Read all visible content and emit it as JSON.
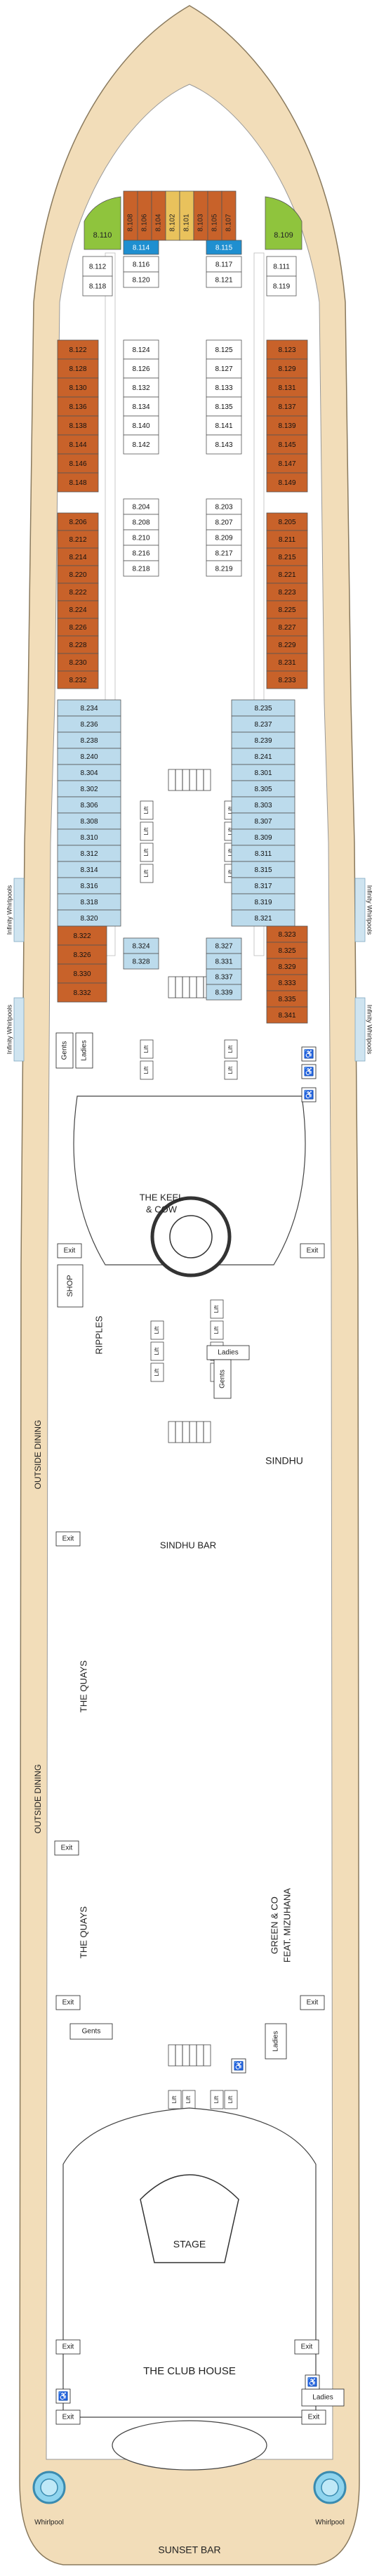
{
  "colors": {
    "hull": "#f2ddb9",
    "hullEdge": "#8a7a5e",
    "interior": "#ffffff",
    "balcony": "#c8622a",
    "oceanview": "#bcdbec",
    "inside": "#ffffff",
    "suite": "#e9c25c",
    "mini": "#8fc43d",
    "deluxe": "#1f8fd0",
    "cabinEdge": "#555555"
  },
  "bow_cabins": {
    "top": [
      "8.108",
      "8.106",
      "8.104",
      "8.102",
      "8.101",
      "8.103",
      "8.105",
      "8.107"
    ],
    "port_mini": "8.110",
    "stbd_mini": "8.109",
    "center_left": "8.114",
    "center_right": "8.115"
  },
  "cabin_rows": {
    "port_outer_a": [
      "8.122",
      "8.128",
      "8.130",
      "8.136",
      "8.138",
      "8.144",
      "8.146",
      "8.148"
    ],
    "port_inner_a": [
      "8.124",
      "8.126",
      "8.132",
      "8.134",
      "8.140",
      "8.142"
    ],
    "stbd_inner_a": [
      "8.125",
      "8.127",
      "8.133",
      "8.135",
      "8.141",
      "8.143"
    ],
    "stbd_outer_a": [
      "8.123",
      "8.129",
      "8.131",
      "8.137",
      "8.139",
      "8.145",
      "8.147",
      "8.149"
    ],
    "port_small_a": [
      "8.112",
      "8.118",
      "8.116",
      "8.120"
    ],
    "stbd_small_a": [
      "8.117",
      "8.121",
      "8.111",
      "8.119"
    ],
    "port_inner_b": [
      "8.204",
      "8.208",
      "8.210",
      "8.216",
      "8.218"
    ],
    "stbd_inner_b": [
      "8.203",
      "8.207",
      "8.209",
      "8.217",
      "8.219"
    ],
    "port_outer_b": [
      "8.206",
      "8.212",
      "8.214",
      "8.220",
      "8.222",
      "8.224",
      "8.226",
      "8.228",
      "8.230",
      "8.232"
    ],
    "stbd_outer_b": [
      "8.205",
      "8.211",
      "8.215",
      "8.221",
      "8.223",
      "8.225",
      "8.227",
      "8.229",
      "8.231",
      "8.233"
    ],
    "port_mid": [
      "8.234",
      "8.236",
      "8.238",
      "8.240",
      "8.304",
      "8.302",
      "8.306",
      "8.308",
      "8.310",
      "8.312",
      "8.314",
      "8.316",
      "8.318",
      "8.320"
    ],
    "stbd_mid": [
      "8.235",
      "8.237",
      "8.239",
      "8.241",
      "8.301",
      "8.305",
      "8.303",
      "8.307",
      "8.309",
      "8.311",
      "8.315",
      "8.317",
      "8.319",
      "8.321"
    ],
    "port_aft": [
      "8.322",
      "8.326",
      "8.330",
      "8.332"
    ],
    "stbd_aft": [
      "8.323",
      "8.325",
      "8.329",
      "8.333",
      "8.335",
      "8.341"
    ],
    "center_aft_left": [
      "8.324",
      "8.328"
    ],
    "center_aft_right": [
      "8.327",
      "8.331",
      "8.337",
      "8.339"
    ]
  },
  "venues": {
    "keel_cow": "THE KEEL\n& COW",
    "keel": "THE KEEL",
    "cow": "& COW",
    "shop": "SHOP",
    "ripples": "RIPPLES",
    "sindhu": "SINDHU",
    "sindhu_bar": "SINDHU BAR",
    "quays_1": "THE QUAYS",
    "quays_2": "THE QUAYS",
    "green_co": "GREEN & CO",
    "mizuhana": "FEAT. MIZUHANA",
    "stage": "STAGE",
    "club_house": "THE CLUB HOUSE",
    "sunset_bar": "SUNSET BAR"
  },
  "labels": {
    "infinity_whirlpools": "Infinity Whirlpools",
    "outside_dining": "OUTSIDE DINING",
    "exit": "Exit",
    "gents": "Gents",
    "ladies": "Ladies",
    "lift": "Lift",
    "whirlpool": "Whirlpool"
  }
}
